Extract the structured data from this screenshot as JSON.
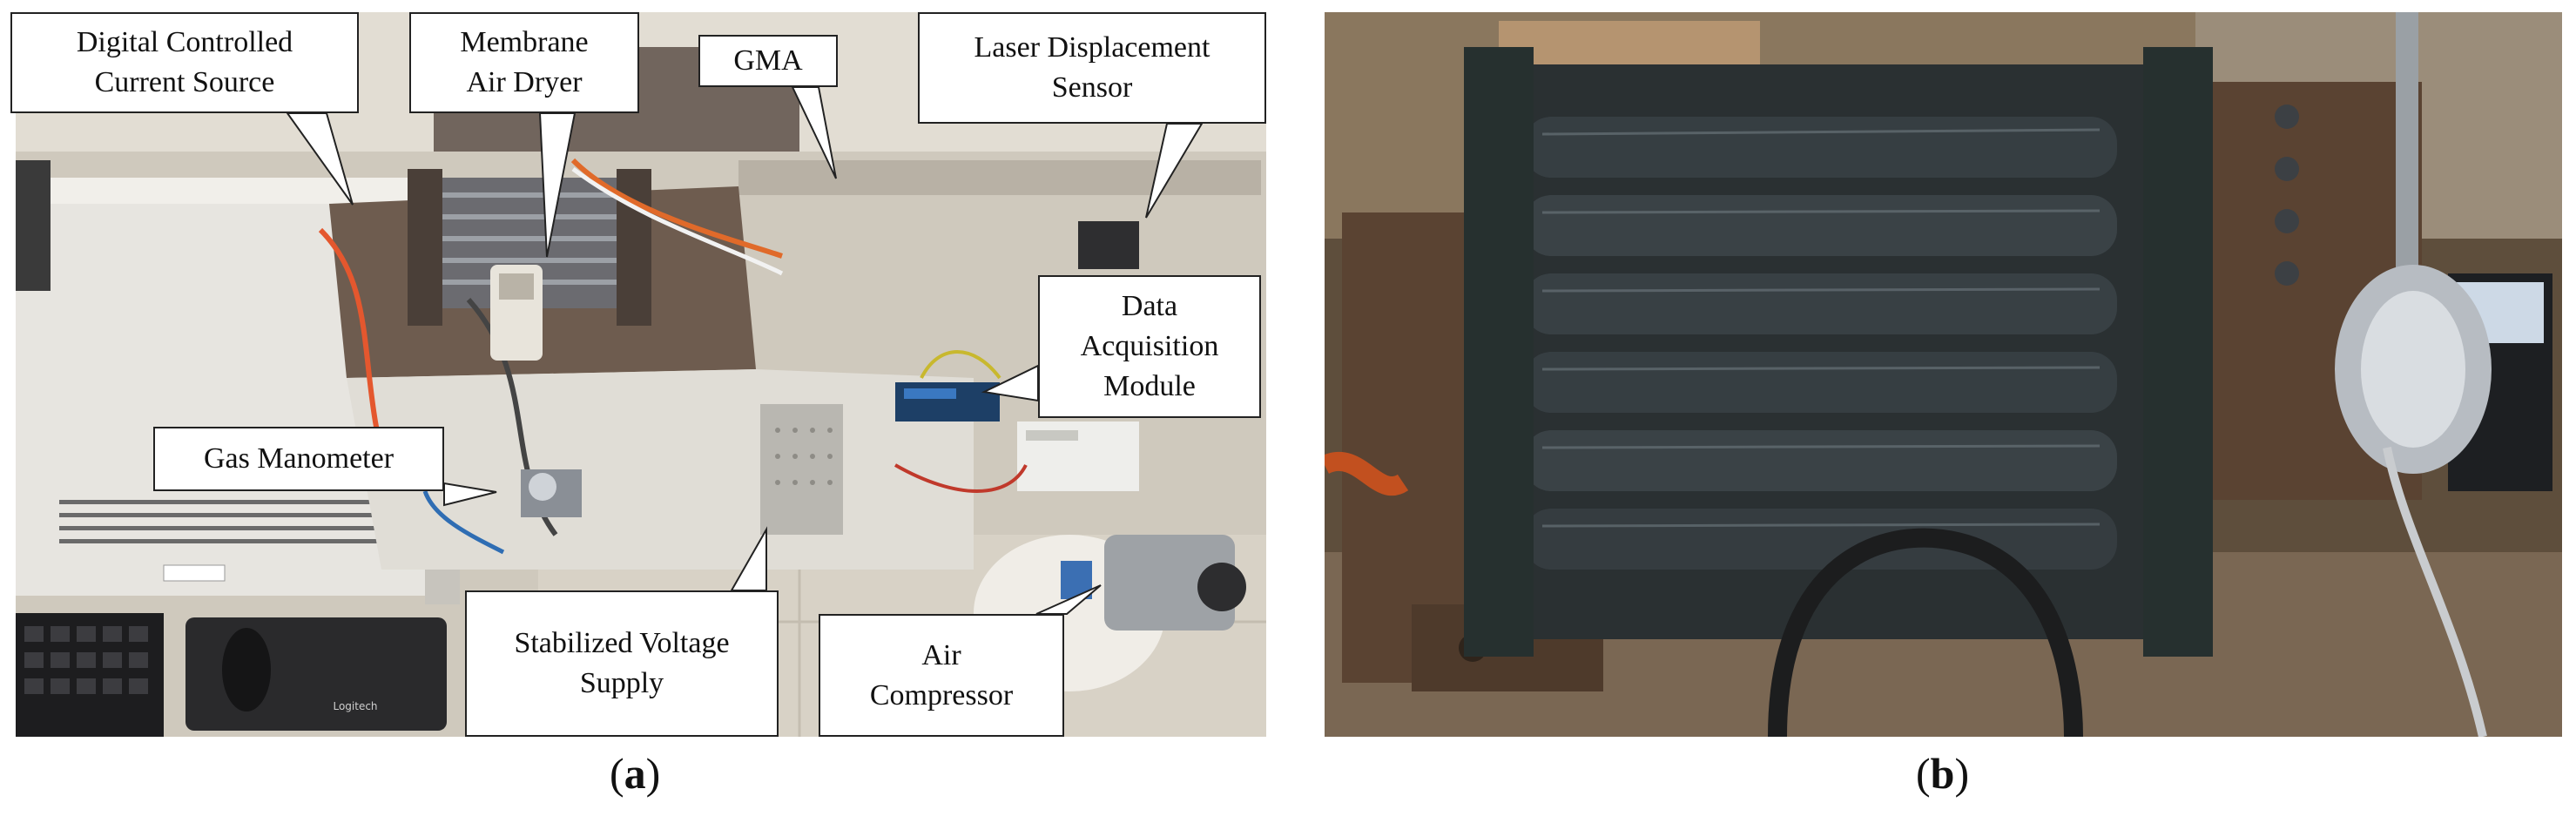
{
  "panel_a": {
    "callouts": {
      "current_source": "Digital Controlled\nCurrent Source",
      "air_dryer": "Membrane\nAir Dryer",
      "gma": "GMA",
      "laser_sensor": "Laser Displacement\nSensor",
      "daq": "Data\nAcquisition\nModule",
      "gas_manometer": "Gas Manometer",
      "voltage_supply": "Stabilized Voltage\nSupply",
      "air_compressor": "Air\nCompressor"
    },
    "caption_letter": "a",
    "keyboard_brand": "Logitech"
  },
  "panel_b": {
    "caption_letter": "b"
  }
}
